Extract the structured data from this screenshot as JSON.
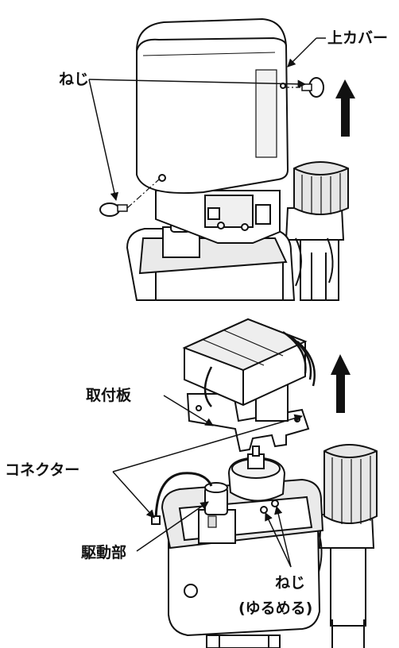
{
  "labels": {
    "upper_cover": "上カバー",
    "screw_top": "ねじ",
    "mounting_plate": "取付板",
    "connector": "コネクター",
    "drive_unit": "駆動部",
    "screw_bottom": "ねじ",
    "screw_bottom_note": "(ゆるめる)"
  },
  "colors": {
    "line": "#111111",
    "fill": "#ffffff",
    "shade": "#d9d9d9",
    "dark": "#8a8a8a"
  },
  "icons": [
    "up-arrow-icon",
    "screw-icon"
  ]
}
